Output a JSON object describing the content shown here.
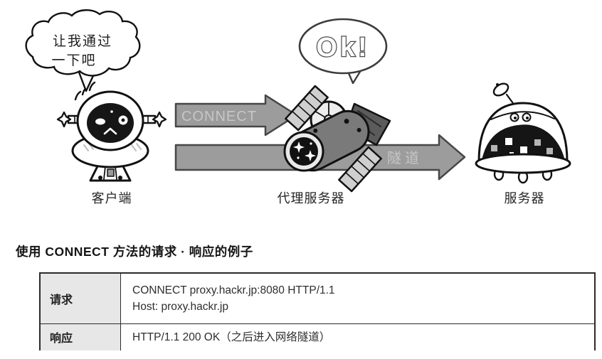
{
  "diagram": {
    "client": {
      "label": "客户端",
      "bubble_line1": "让我通过",
      "bubble_line2": "一下吧"
    },
    "proxy": {
      "label": "代理服务器",
      "bubble": "Ok!"
    },
    "server": {
      "label": "服务器"
    },
    "arrows": {
      "connect": "CONNECT",
      "tunnel": "隧道"
    }
  },
  "section": {
    "heading": "使用 CONNECT 方法的请求 · 响应的例子",
    "table": {
      "rows": [
        {
          "header": "请求",
          "line1": "CONNECT proxy.hackr.jp:8080 HTTP/1.1",
          "line2": "Host: proxy.hackr.jp"
        },
        {
          "header": "响应",
          "line1": "HTTP/1.1 200 OK（之后进入网络隧道）"
        }
      ]
    }
  },
  "colors": {
    "arrow_fill": "#9c9c9c",
    "arrow_outline": "#474747",
    "arrow_text": "#c6c6c6",
    "table_header_bg": "#e7e7e7",
    "table_border": "#2b2b2b",
    "ink": "#161616"
  }
}
